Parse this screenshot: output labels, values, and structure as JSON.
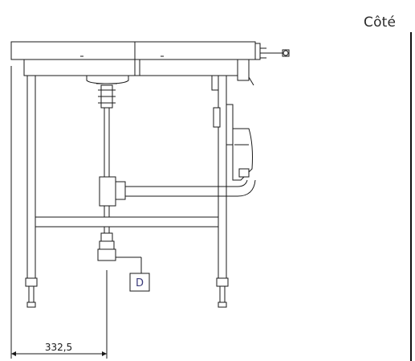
{
  "view_title": "Côté",
  "dimension_value": "332,5",
  "connection_label": "D",
  "colors": {
    "line": "#1a1a1a",
    "label_D": "#3a3a7a",
    "border": "#111111"
  }
}
